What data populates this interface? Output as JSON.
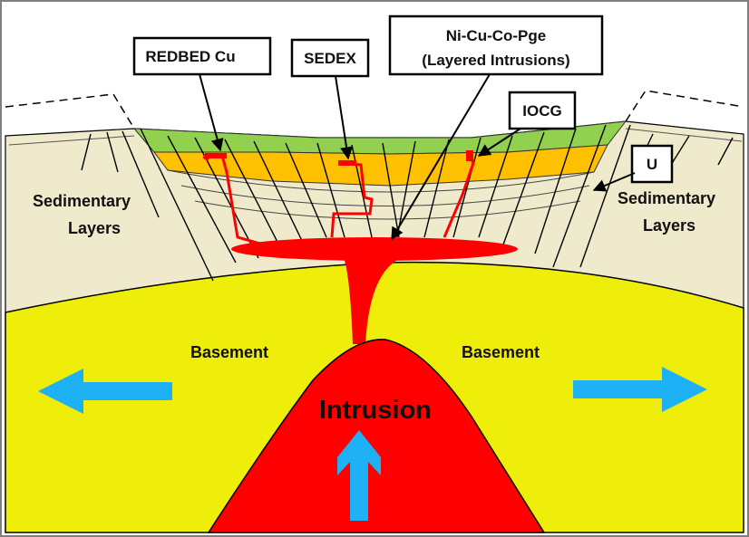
{
  "colors": {
    "sediment": "#efeacb",
    "basement": "#eeee0a",
    "intrusion": "#ff0000",
    "green_layer": "#92d050",
    "orange_layer": "#ffc000",
    "arrow": "#1fb1f5",
    "outline": "#000000"
  },
  "labels": {
    "sedimentary_left_1": "Sedimentary",
    "sedimentary_left_2": "Layers",
    "sedimentary_right_1": "Sedimentary",
    "sedimentary_right_2": "Layers",
    "basement_left": "Basement",
    "basement_right": "Basement",
    "intrusion": "Intrusion"
  },
  "callouts": {
    "redbed": "REDBED Cu",
    "sedex": "SEDEX",
    "nicu_1": "Ni-Cu-Co-Pge",
    "nicu_2": "(Layered Intrusions)",
    "iocg": "IOCG",
    "u": "U"
  },
  "icons": [
    "arrow-left-icon",
    "arrow-right-icon",
    "arrow-up-icon"
  ]
}
